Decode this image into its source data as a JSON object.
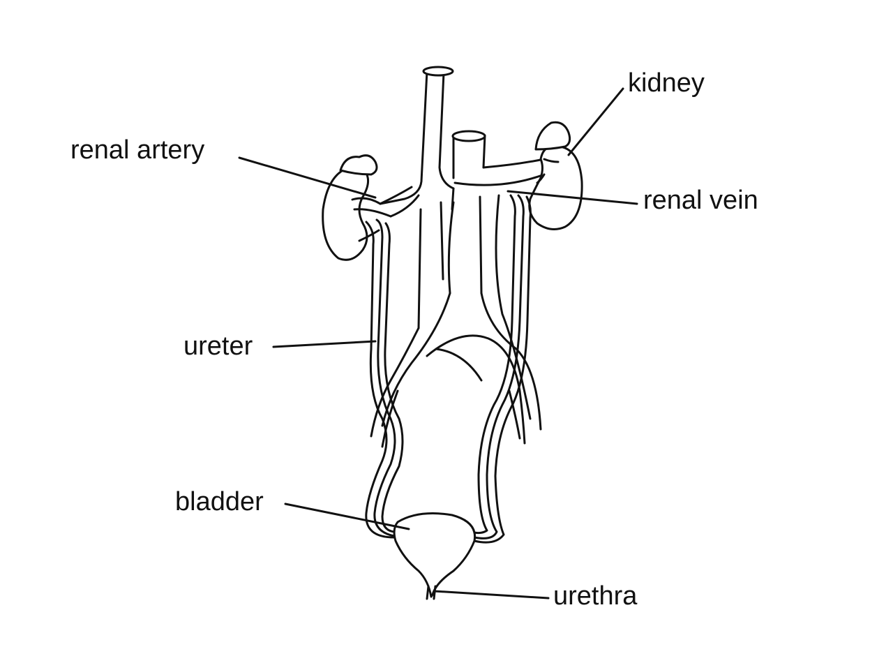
{
  "labels": {
    "kidney": "kidney",
    "renal_artery": "renal artery",
    "renal_vein": "renal vein",
    "ureter": "ureter",
    "bladder": "bladder",
    "urethra": "urethra"
  },
  "colors": {
    "line": "#111111",
    "background": "#ffffff"
  }
}
